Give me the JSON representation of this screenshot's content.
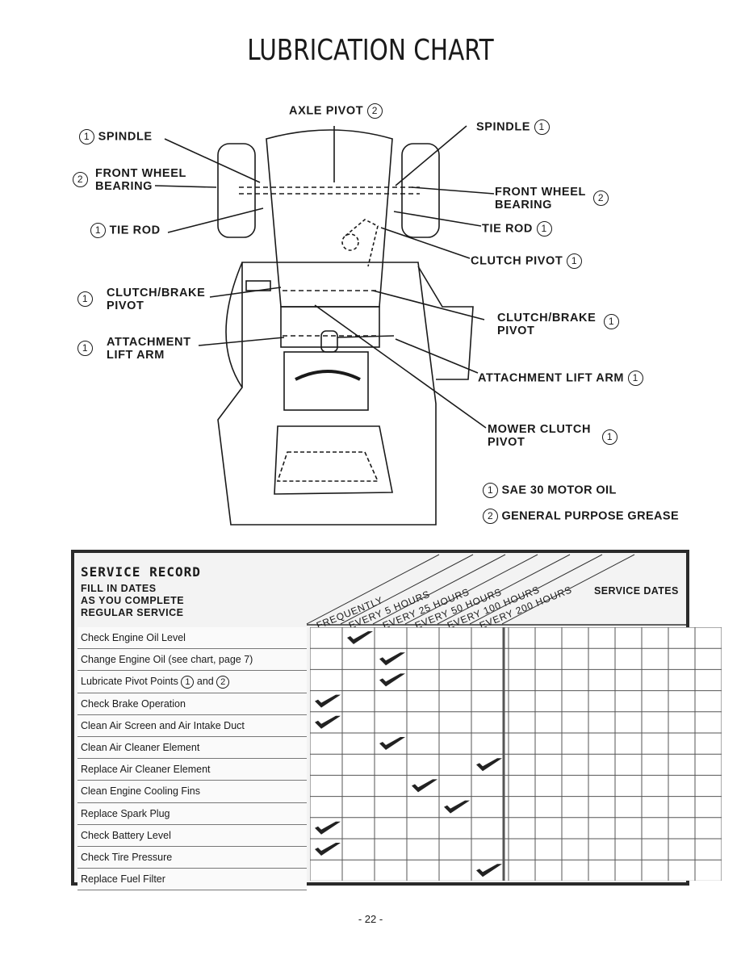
{
  "title": "LUBRICATION CHART",
  "callouts": {
    "axle_pivot": {
      "text": "AXLE PIVOT",
      "num": "2"
    },
    "spindle_left": {
      "text": "SPINDLE",
      "num": "1"
    },
    "spindle_right": {
      "text": "SPINDLE",
      "num": "1"
    },
    "front_wheel_left": {
      "line1": "FRONT WHEEL",
      "line2": "BEARING",
      "num": "2"
    },
    "front_wheel_right": {
      "line1": "FRONT WHEEL",
      "line2": "BEARING",
      "num": "2"
    },
    "tie_rod_left": {
      "text": "TIE ROD",
      "num": "1"
    },
    "tie_rod_right": {
      "text": "TIE ROD",
      "num": "1"
    },
    "clutch_pivot": {
      "text": "CLUTCH PIVOT",
      "num": "1"
    },
    "clutch_brake_left": {
      "line1": "CLUTCH/BRAKE",
      "line2": "PIVOT",
      "num": "1"
    },
    "clutch_brake_right": {
      "line1": "CLUTCH/BRAKE",
      "line2": "PIVOT",
      "num": "1"
    },
    "attachment_left": {
      "line1": "ATTACHMENT",
      "line2": "LIFT ARM",
      "num": "1"
    },
    "attachment_right": {
      "text": "ATTACHMENT LIFT ARM",
      "num": "1"
    },
    "mower_clutch": {
      "line1": "MOWER CLUTCH",
      "line2": "PIVOT",
      "num": "1"
    }
  },
  "legend": [
    {
      "num": "1",
      "text": "SAE 30 MOTOR OIL"
    },
    {
      "num": "2",
      "text": "GENERAL PURPOSE GREASE"
    }
  ],
  "service_record": {
    "title": "SERVICE RECORD",
    "subtitle_lines": [
      "FILL IN DATES",
      "AS YOU COMPLETE",
      "REGULAR SERVICE"
    ],
    "service_dates_label": "SERVICE DATES",
    "interval_headers": [
      "FREQUENTLY",
      "EVERY 5 HOURS",
      "EVERY 25 HOURS",
      "EVERY 50 HOURS",
      "EVERY 100 HOURS",
      "EVERY 200 HOURS"
    ],
    "tasks": [
      {
        "name": "Check Engine Oil Level",
        "interval": 1
      },
      {
        "name": "Change Engine Oil (see chart, page 7)",
        "interval": 2
      },
      {
        "name": "Lubricate Pivot Points",
        "name_suffix_nums": [
          "1",
          "2"
        ],
        "interval": 2
      },
      {
        "name": "Check Brake Operation",
        "interval": 0
      },
      {
        "name": "Clean Air Screen and Air Intake Duct",
        "interval": 0
      },
      {
        "name": "Clean Air Cleaner Element",
        "interval": 2
      },
      {
        "name": "Replace Air Cleaner Element",
        "interval": 5
      },
      {
        "name": "Clean Engine Cooling Fins",
        "interval": 3
      },
      {
        "name": "Replace Spark Plug",
        "interval": 4
      },
      {
        "name": "Check Battery Level",
        "interval": 0
      },
      {
        "name": "Check Tire Pressure",
        "interval": 0
      },
      {
        "name": "Replace Fuel Filter",
        "interval": 5
      }
    ],
    "date_columns": 8,
    "and_text": "and"
  },
  "page_number": "- 22 -"
}
